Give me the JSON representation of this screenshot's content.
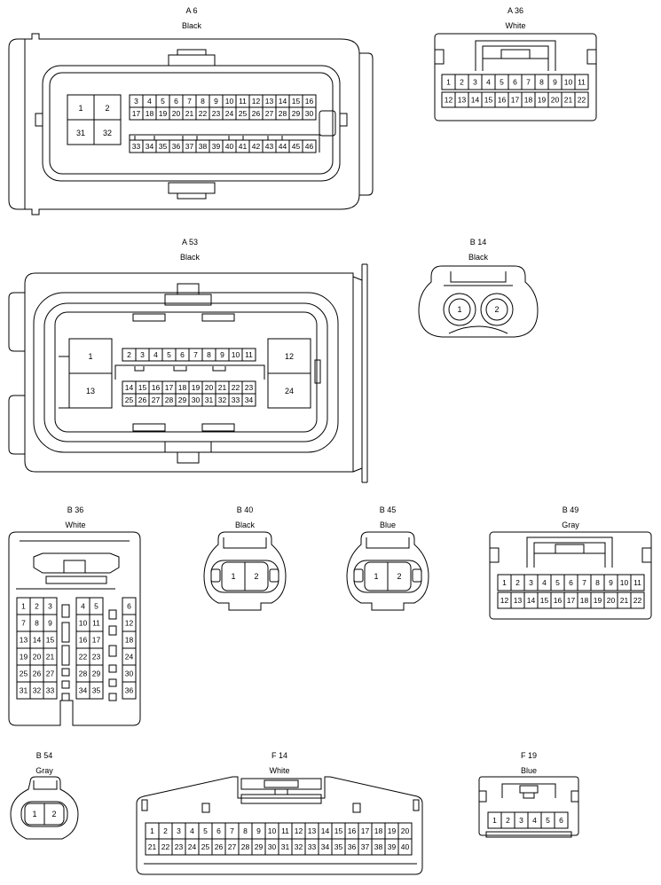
{
  "connectors": {
    "a6": {
      "code": "A 6",
      "color": "Black",
      "big_pins": [
        "1",
        "2",
        "31",
        "32"
      ],
      "row1": [
        "3",
        "4",
        "5",
        "6",
        "7",
        "8",
        "9",
        "10",
        "11",
        "12",
        "13",
        "14",
        "15",
        "16"
      ],
      "row2": [
        "17",
        "18",
        "19",
        "20",
        "21",
        "22",
        "23",
        "24",
        "25",
        "26",
        "27",
        "28",
        "29",
        "30"
      ],
      "row3": [
        "33",
        "34",
        "35",
        "36",
        "37",
        "38",
        "39",
        "40",
        "41",
        "42",
        "43",
        "44",
        "45",
        "46"
      ]
    },
    "a36": {
      "code": "A 36",
      "color": "White",
      "row1": [
        "1",
        "2",
        "3",
        "4",
        "5",
        "6",
        "7",
        "8",
        "9",
        "10",
        "11"
      ],
      "row2": [
        "12",
        "13",
        "14",
        "15",
        "16",
        "17",
        "18",
        "19",
        "20",
        "21",
        "22"
      ]
    },
    "a53": {
      "code": "A 53",
      "color": "Black",
      "big_pins": [
        "1",
        "13",
        "12",
        "24"
      ],
      "row1": [
        "2",
        "3",
        "4",
        "5",
        "6",
        "7",
        "8",
        "9",
        "10",
        "11"
      ],
      "row2": [
        "14",
        "15",
        "16",
        "17",
        "18",
        "19",
        "20",
        "21",
        "22",
        "23"
      ],
      "row3": [
        "25",
        "26",
        "27",
        "28",
        "29",
        "30",
        "31",
        "32",
        "33",
        "34"
      ]
    },
    "b14": {
      "code": "B 14",
      "color": "Black",
      "pins": [
        "1",
        "2"
      ]
    },
    "b36": {
      "code": "B 36",
      "color": "White",
      "left_rows": [
        [
          "1",
          "2",
          "3"
        ],
        [
          "7",
          "8",
          "9"
        ],
        [
          "13",
          "14",
          "15"
        ],
        [
          "19",
          "20",
          "21"
        ],
        [
          "25",
          "26",
          "27"
        ],
        [
          "31",
          "32",
          "33"
        ]
      ],
      "mid_rows": [
        [
          "4",
          "5"
        ],
        [
          "10",
          "11"
        ],
        [
          "16",
          "17"
        ],
        [
          "22",
          "23"
        ],
        [
          "28",
          "29"
        ],
        [
          "34",
          "35"
        ]
      ],
      "right_col": [
        "6",
        "12",
        "18",
        "24",
        "30",
        "36"
      ]
    },
    "b40": {
      "code": "B 40",
      "color": "Black",
      "pins": [
        "1",
        "2"
      ]
    },
    "b45": {
      "code": "B 45",
      "color": "Blue",
      "pins": [
        "1",
        "2"
      ]
    },
    "b49": {
      "code": "B 49",
      "color": "Gray",
      "row1": [
        "1",
        "2",
        "3",
        "4",
        "5",
        "6",
        "7",
        "8",
        "9",
        "10",
        "11"
      ],
      "row2": [
        "12",
        "13",
        "14",
        "15",
        "16",
        "17",
        "18",
        "19",
        "20",
        "21",
        "22"
      ]
    },
    "b54": {
      "code": "B 54",
      "color": "Gray",
      "pins": [
        "1",
        "2"
      ]
    },
    "f14": {
      "code": "F 14",
      "color": "White",
      "row1": [
        "1",
        "2",
        "3",
        "4",
        "5",
        "6",
        "7",
        "8",
        "9",
        "10",
        "11",
        "12",
        "13",
        "14",
        "15",
        "16",
        "17",
        "18",
        "19",
        "20"
      ],
      "row2": [
        "21",
        "22",
        "23",
        "24",
        "25",
        "26",
        "27",
        "28",
        "29",
        "30",
        "31",
        "32",
        "33",
        "34",
        "35",
        "36",
        "37",
        "38",
        "39",
        "40"
      ]
    },
    "f19": {
      "code": "F 19",
      "color": "Blue",
      "pins": [
        "1",
        "2",
        "3",
        "4",
        "5",
        "6"
      ]
    }
  }
}
